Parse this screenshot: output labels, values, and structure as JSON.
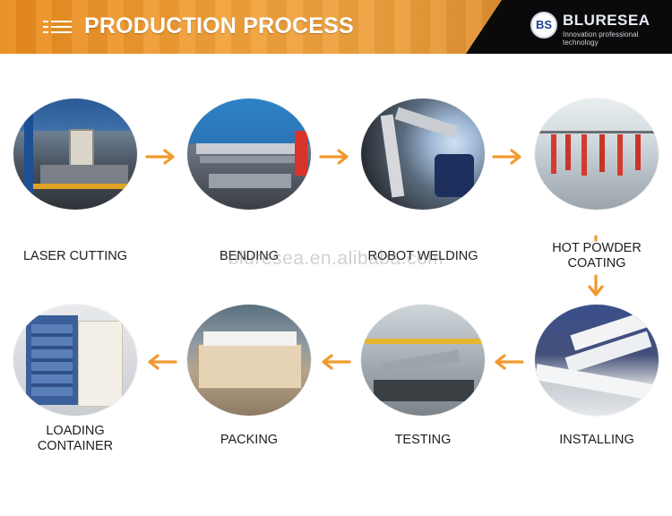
{
  "header": {
    "title": "PRODUCTION PROCESS",
    "menu_icon": "menu-icon",
    "logo": {
      "monogram": "BS",
      "name": "BLURESEA",
      "tagline": "Innovation professional technology"
    }
  },
  "watermark": "bluresea.en.alibaba.com",
  "colors": {
    "accent_orange": "#f29a2e",
    "banner_dark": "#0a0a0a",
    "text": "#1e1e1e"
  },
  "steps": [
    {
      "label": "LASER CUTTING",
      "photo": "laser-cutting-photo"
    },
    {
      "label": "BENDING",
      "photo": "bending-photo"
    },
    {
      "label": "ROBOT WELDING",
      "photo": "robot-welding-photo"
    },
    {
      "label": "HOT POWDER COATING",
      "photo": "hot-powder-coating-photo"
    },
    {
      "label": "INSTALLING",
      "photo": "installing-photo"
    },
    {
      "label": "TESTING",
      "photo": "testing-photo"
    },
    {
      "label": "PACKING",
      "photo": "packing-photo"
    },
    {
      "label": "LOADING CONTAINER",
      "photo": "loading-container-photo"
    }
  ],
  "arrows": [
    "arrow-right-icon",
    "arrow-down-icon",
    "arrow-left-icon"
  ]
}
